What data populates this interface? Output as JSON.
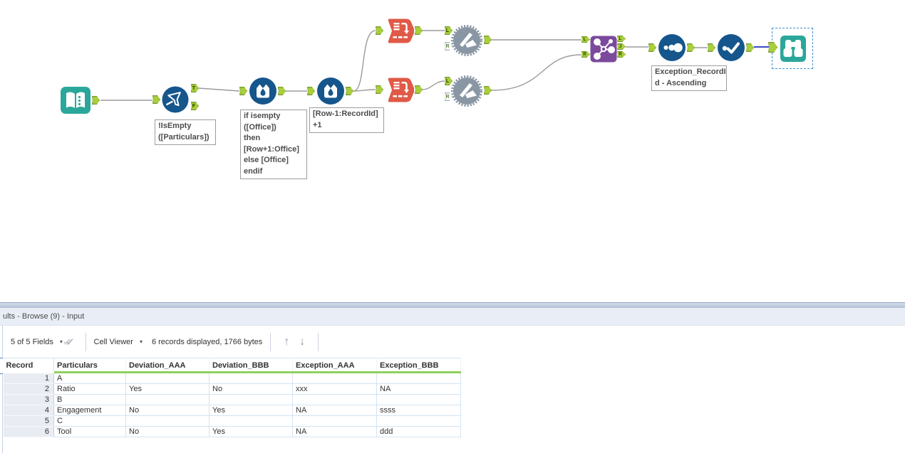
{
  "canvas": {
    "ports": {
      "t": "T",
      "f": "F",
      "l": "L",
      "r": "R",
      "j": "J"
    },
    "annotations": {
      "filter": "!IsEmpty\n([Particulars])",
      "formula1": "if isempty\n([Office])\nthen\n[Row+1:Office]\nelse [Office]\nendif",
      "formula2": "[Row-1:RecordId]\n+1",
      "sort": "Exception_RecordI\nd - Ascending"
    }
  },
  "results": {
    "title": "ults - Browse (9) - Input",
    "toolbar": {
      "fields": "5 of 5 Fields",
      "cell_viewer": "Cell Viewer",
      "records_info": "6 records displayed, 1766 bytes",
      "up_arrow": "↑",
      "down_arrow": "↓",
      "caret": "▾",
      "check": "✔"
    },
    "table": {
      "columns": [
        "Record",
        "Particulars",
        "Deviation_AAA",
        "Deviation_BBB",
        "Exception_AAA",
        "Exception_BBB"
      ],
      "rows": [
        {
          "record": "1",
          "cells": [
            "A",
            "",
            "",
            "",
            ""
          ]
        },
        {
          "record": "2",
          "cells": [
            "Ratio",
            "Yes",
            "No",
            "xxx",
            "NA"
          ]
        },
        {
          "record": "3",
          "cells": [
            "B",
            "",
            "",
            "",
            ""
          ]
        },
        {
          "record": "4",
          "cells": [
            "Engagement",
            "No",
            "Yes",
            "NA",
            "ssss"
          ]
        },
        {
          "record": "5",
          "cells": [
            "C",
            "",
            "",
            "",
            ""
          ]
        },
        {
          "record": "6",
          "cells": [
            "Tool",
            "No",
            "Yes",
            "NA",
            "ddd"
          ]
        }
      ]
    }
  },
  "colors": {
    "tool_blue": "#15568c",
    "tool_teal": "#2aa79a",
    "tool_orange": "#e05a47",
    "tool_gray": "#8997a4",
    "tool_purple": "#7b4a9c",
    "anchor_green": "#a9cf3d",
    "wire_gray": "#9b9b9b",
    "wire_selected": "#3b4cc0",
    "header_underline": "#8ed05e"
  }
}
